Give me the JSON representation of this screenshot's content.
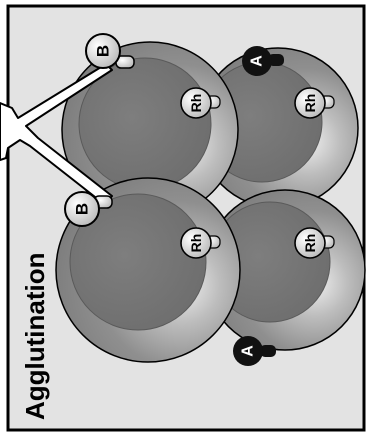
{
  "title": "Agglutination",
  "antigens": {
    "a_label": "A",
    "b_label": "B",
    "rh_label": "Rh"
  },
  "colors": {
    "panel": "#e3e3e3",
    "cell": "#8a8a8a",
    "cell_center": "#777777",
    "antigen_dark": "#111111",
    "antibody": "#ffffff",
    "outline": "#000000"
  },
  "labels": {
    "cell_count": 4,
    "antibody_count": 1
  }
}
